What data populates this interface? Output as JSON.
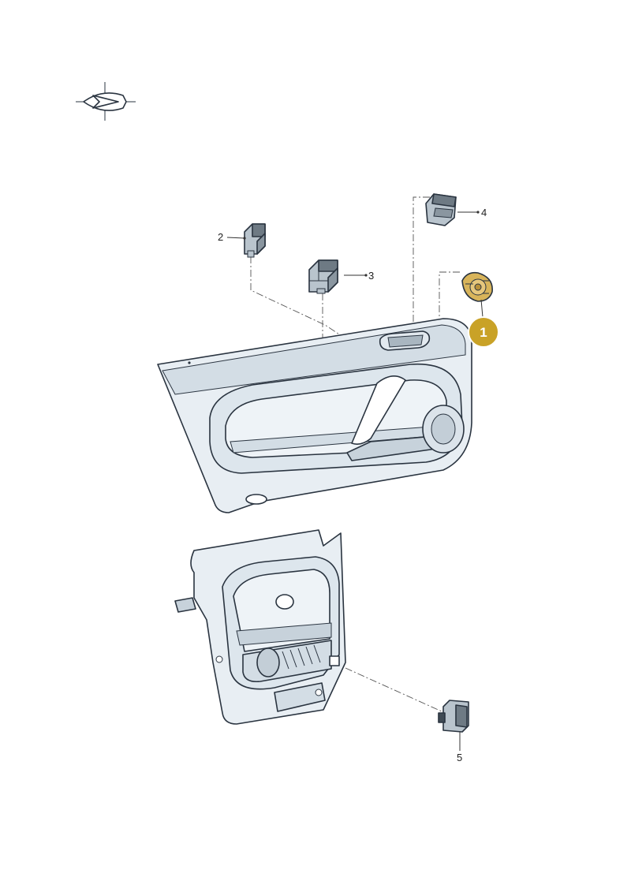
{
  "parts": [
    {
      "number": "2",
      "name": "switch-2"
    },
    {
      "number": "3",
      "name": "switch-3"
    },
    {
      "number": "4",
      "name": "switch-4"
    },
    {
      "number": "5",
      "name": "switch-5"
    }
  ],
  "callout": {
    "number": "1",
    "color": "#c9a227",
    "text_color": "#ffffff"
  },
  "colors": {
    "panel_fill": "#e8eef3",
    "panel_shade": "#d3dde5",
    "switch_fill": "#b9c4cd",
    "switch_dark": "#6e7a84",
    "highlight_part": "#d8b45a",
    "outline": "#2a3440"
  },
  "icons": {
    "orientation": "direction-symbol-icon"
  }
}
